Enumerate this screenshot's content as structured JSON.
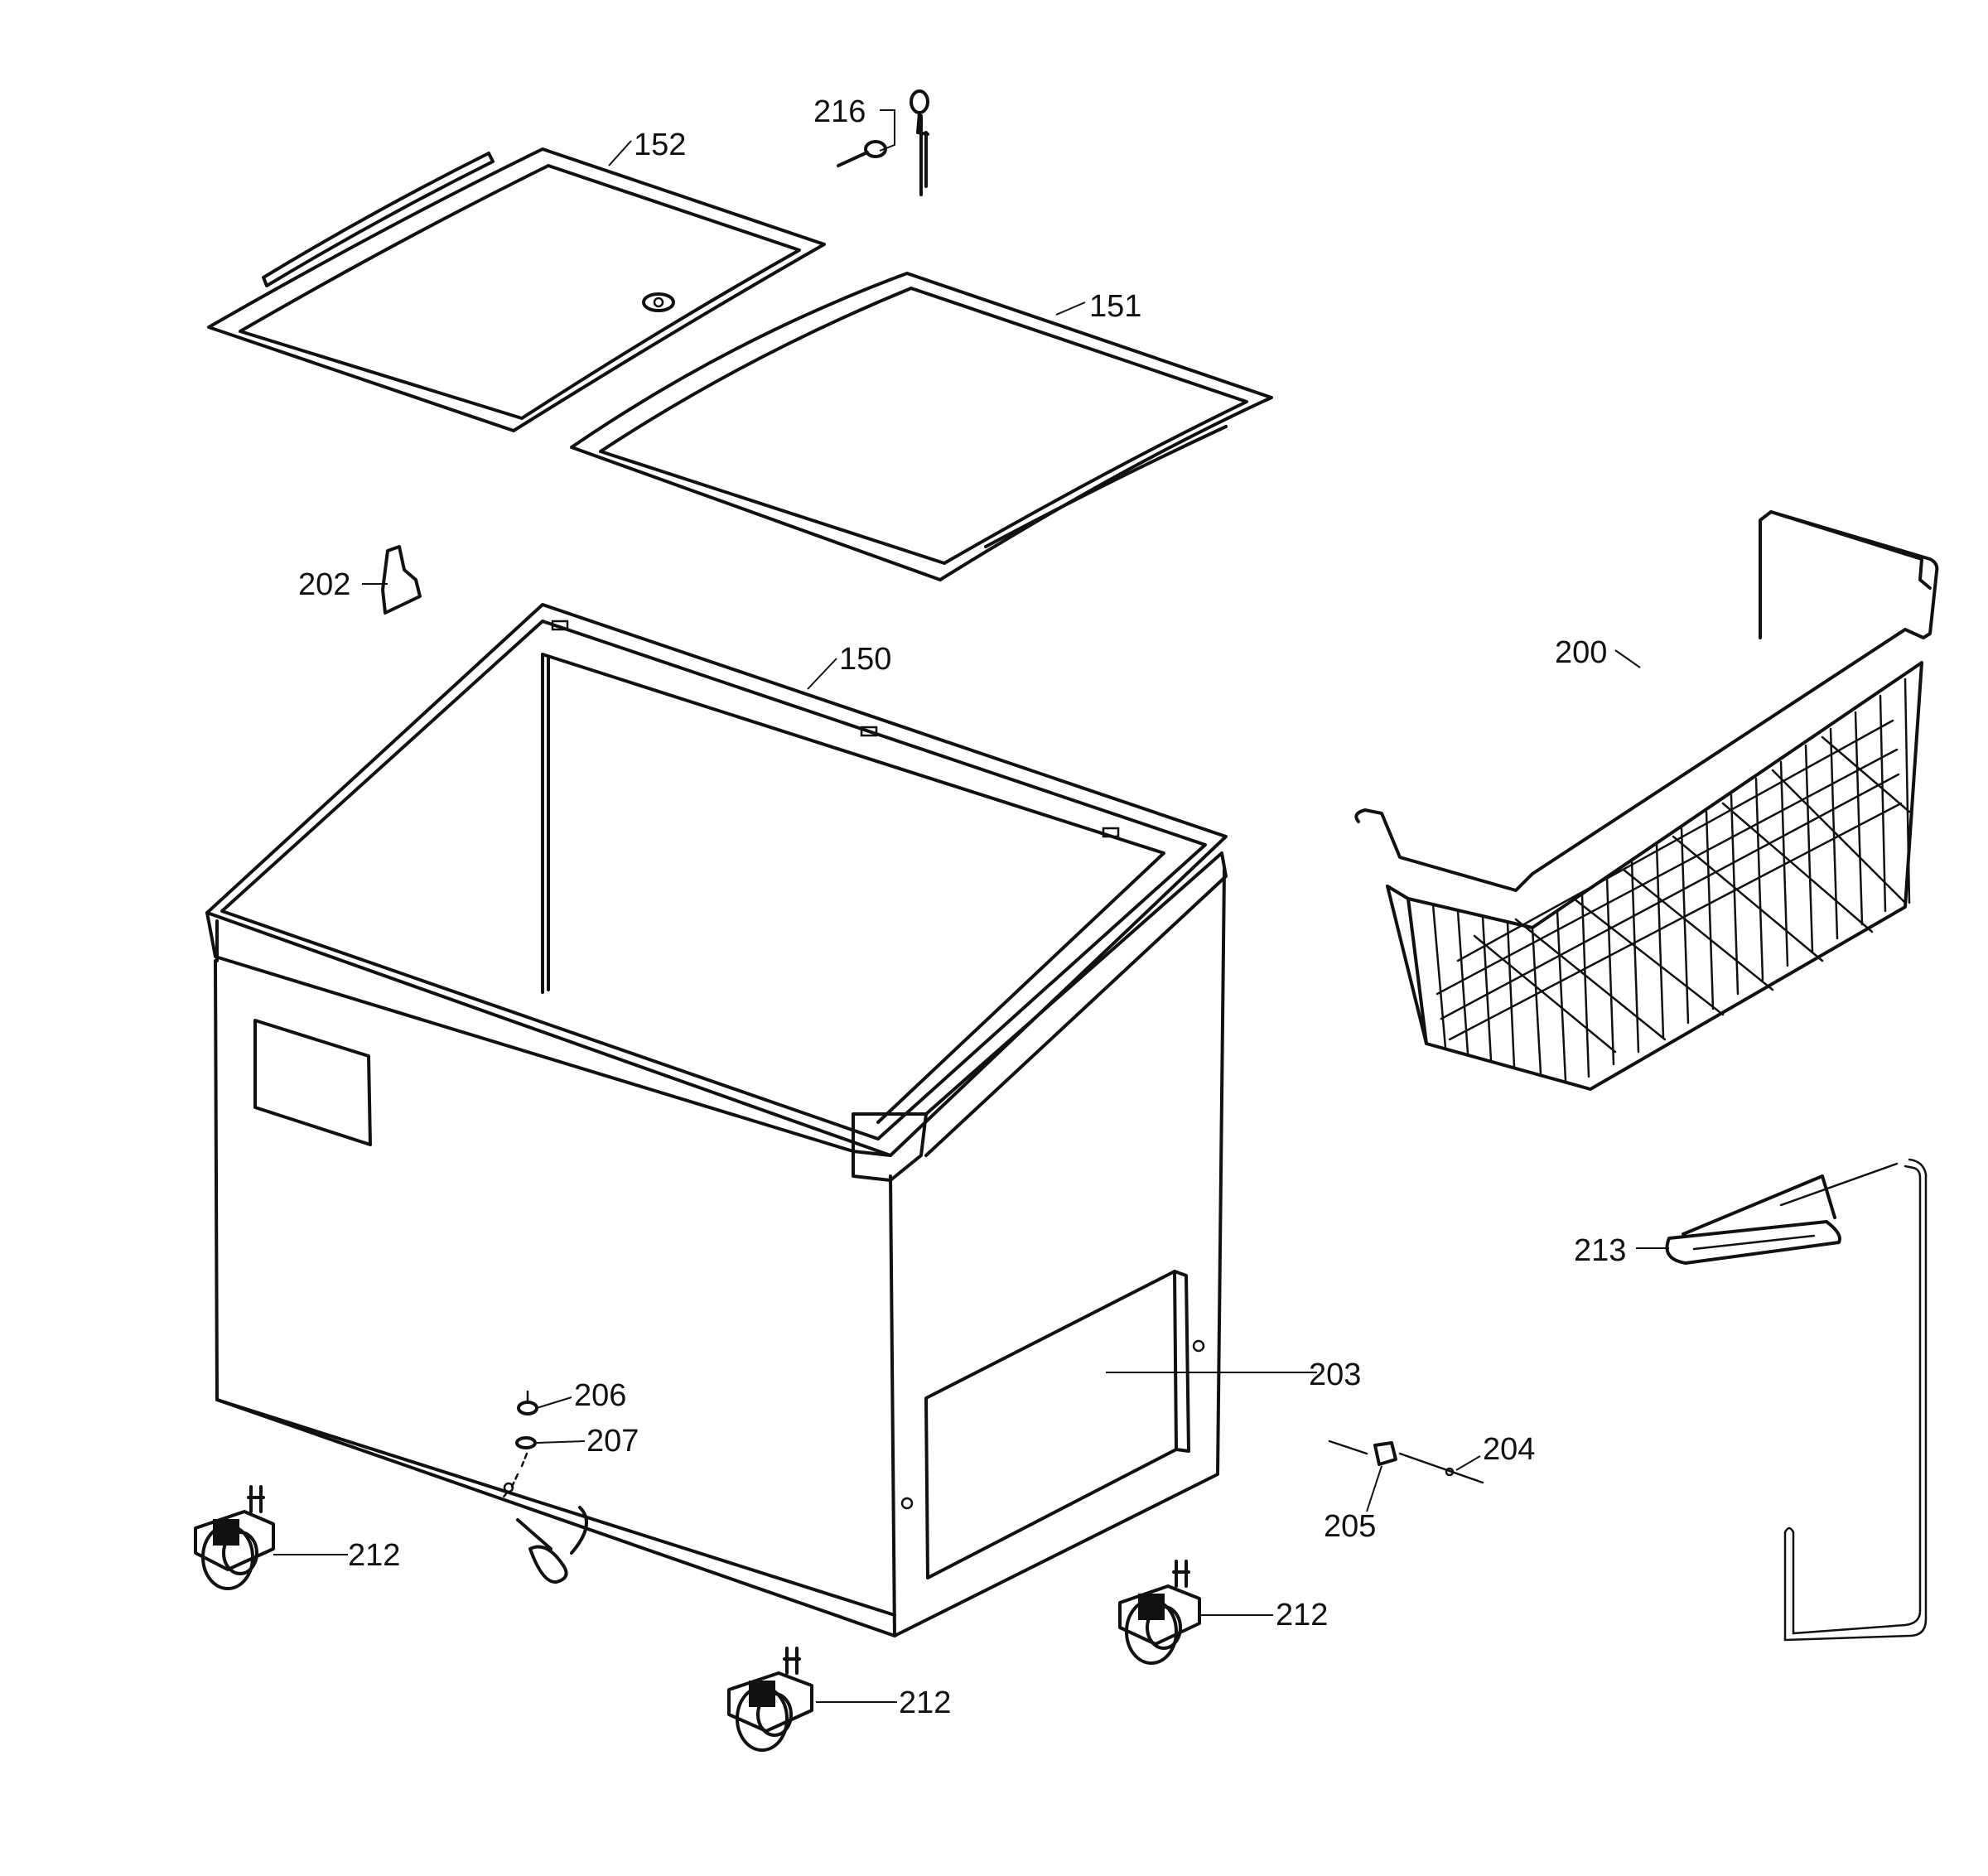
{
  "callouts": {
    "c150": "150",
    "c151": "151",
    "c152": "152",
    "c200": "200",
    "c202": "202",
    "c203": "203",
    "c204": "204",
    "c205": "205",
    "c206": "206",
    "c207": "207",
    "c212": "212",
    "c213": "213",
    "c216": "216"
  }
}
